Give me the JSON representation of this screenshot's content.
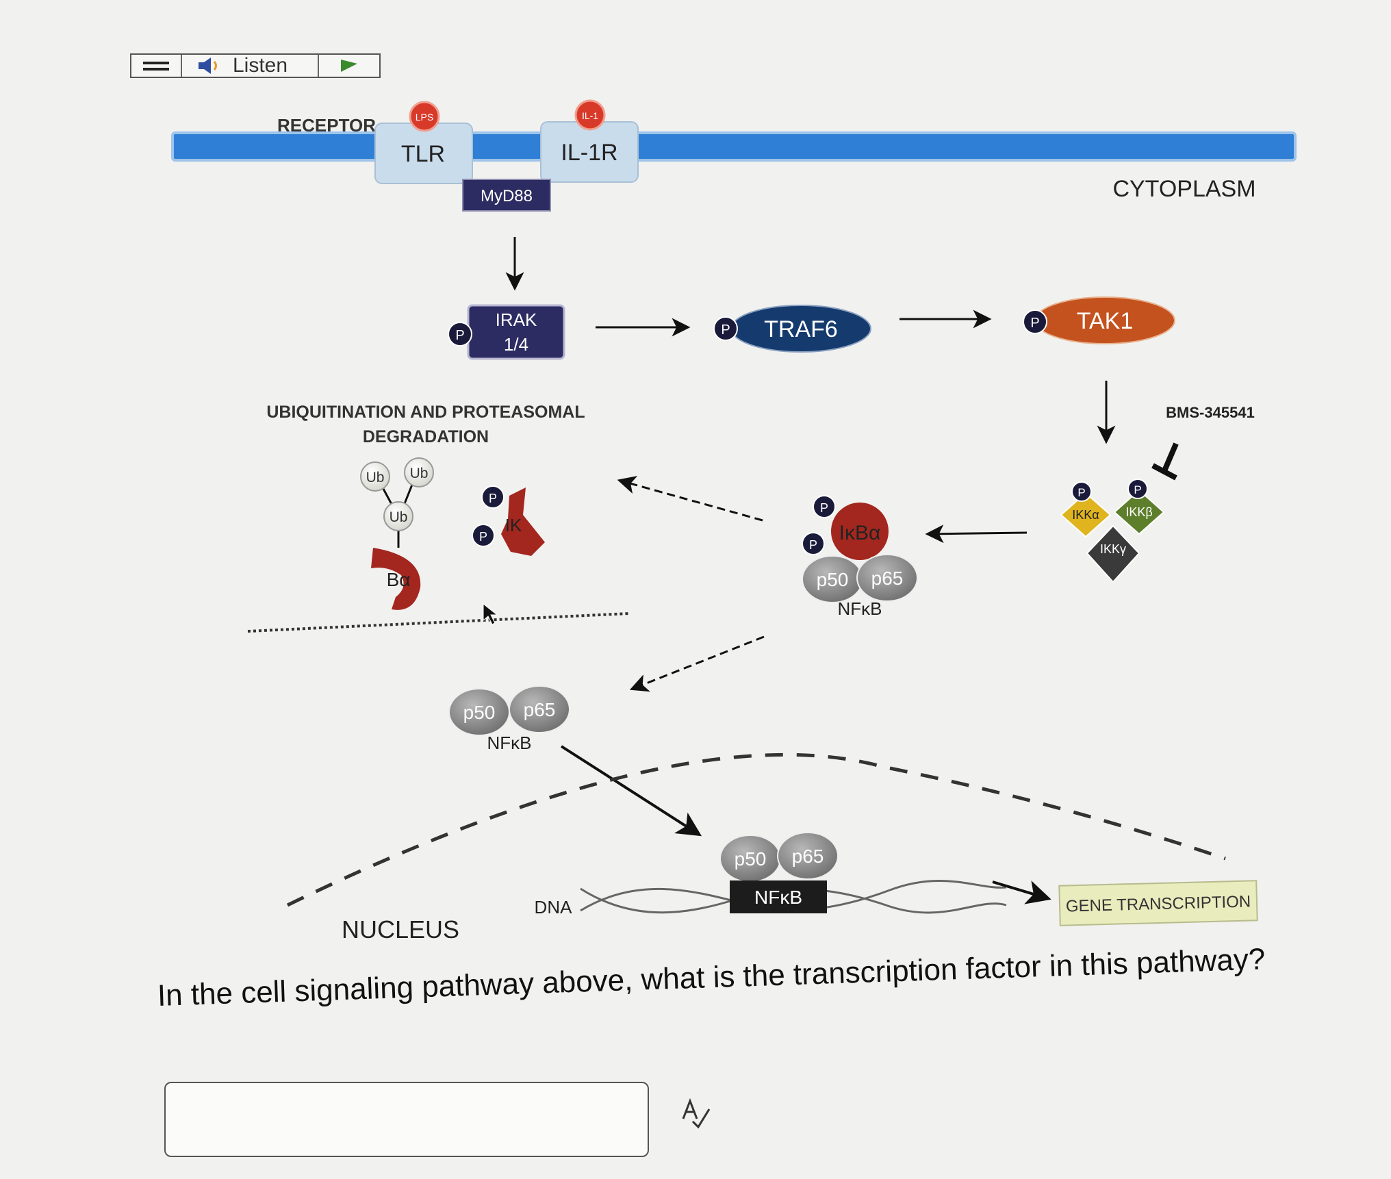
{
  "toolbar": {
    "listen_label": "Listen",
    "menu_icon": "hamburger-menu-icon",
    "speaker_icon": "speaker-icon",
    "play_icon": "play-icon",
    "play_color": "#3a8a2e"
  },
  "diagram": {
    "receptor_label": "RECEPTOR",
    "lps_label": "LPS",
    "il1_label": "IL-1",
    "tlr_label": "TLR",
    "il1r_label": "IL-1R",
    "cytoplasm_label": "CYTOPLASM",
    "myd88_label": "MyD88",
    "irak_label_line1": "IRAK",
    "irak_label_line2": "1/4",
    "traf6_label": "TRAF6",
    "tak1_label": "TAK1",
    "phospho_label": "P",
    "ubiquitination_line1": "UBIQUITINATION AND PROTEASOMAL",
    "ubiquitination_line2": "DEGRADATION",
    "ub_label": "Ub",
    "ikba_fragment_label": "Bα",
    "ik_fragment_label": "IK",
    "bms_label": "BMS-345541",
    "ikka_label": "IKKα",
    "ikkb_label": "IKKβ",
    "ikkg_label": "IKKγ",
    "ikba_label": "IκBα",
    "p50_label": "p50",
    "p65_label": "p65",
    "nfkb_label": "NFκB",
    "nucleus_label": "NUCLEUS",
    "dna_label": "DNA",
    "gene_transcription_label": "GENE TRANSCRIPTION",
    "colors": {
      "membrane": "#2f7fd6",
      "receptor_box": "#c9dcec",
      "ligand_red": "#d83a2a",
      "irak_navy": "#2c2b62",
      "traf6_blue": "#153a6e",
      "tak1_orange": "#c4521e",
      "ikba_red": "#a3271f",
      "nfkb_gray": "#8a8a8a",
      "ikka_gold": "#e0b41f",
      "ikkb_green": "#5d7f2c",
      "ikkg_dark": "#3a3a3a",
      "gene_box": "#e9ecbd"
    }
  },
  "question": {
    "text": "In the cell signaling pathway above, what is the transcription factor in this pathway?",
    "answer_value": "",
    "spellcheck_icon": "spellcheck-icon"
  }
}
